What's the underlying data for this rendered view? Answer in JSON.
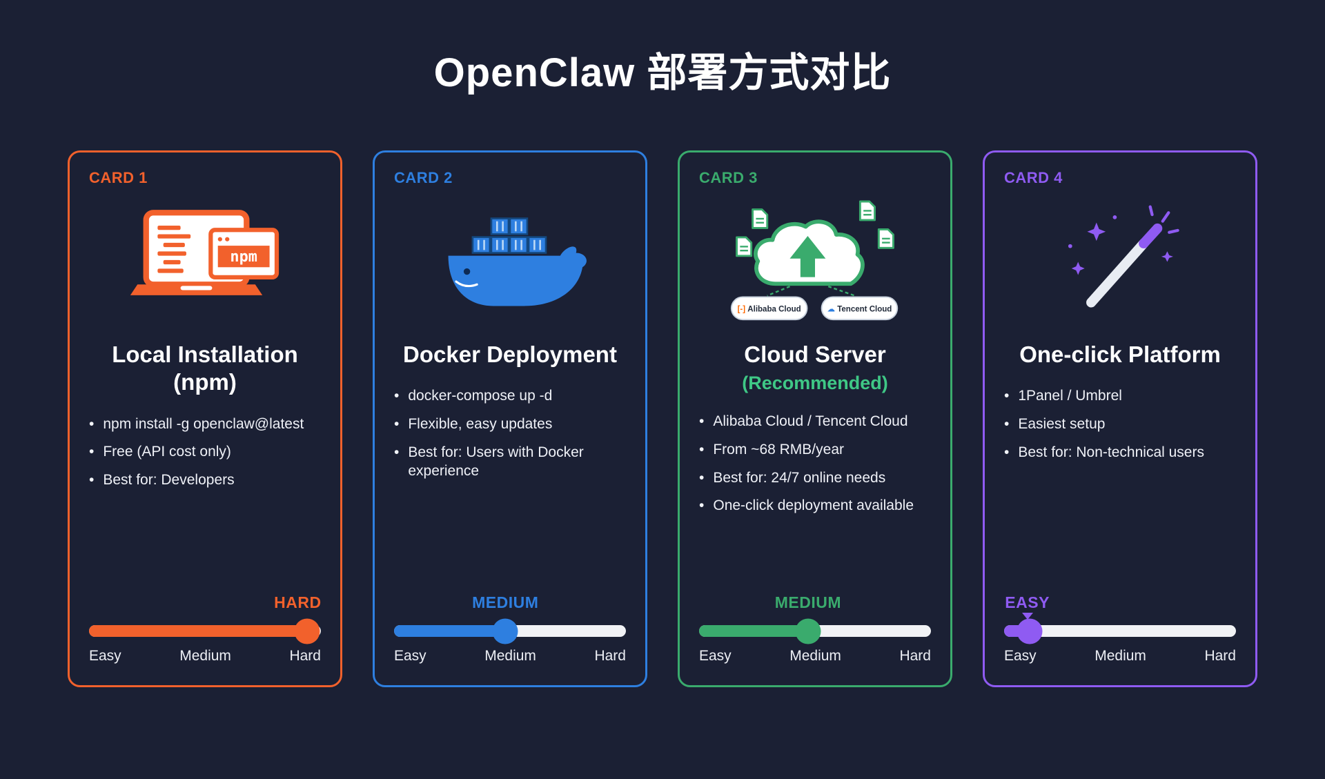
{
  "page": {
    "title": "OpenClaw 部署方式对比"
  },
  "scale_labels": [
    "Easy",
    "Medium",
    "Hard"
  ],
  "cards": [
    {
      "id": "local-npm",
      "label": "CARD 1",
      "accent": "#F2612C",
      "icon": "laptop-npm",
      "icon_text": "npm",
      "title": "Local Installation (npm)",
      "subtitle": "",
      "bullets": [
        "npm install -g openclaw@latest",
        "Free (API cost only)",
        "Best for: Developers"
      ],
      "difficulty": {
        "label": "HARD",
        "label_percent": 90,
        "fill_percent": 97,
        "knob_percent": 94,
        "pointer": false
      }
    },
    {
      "id": "docker",
      "label": "CARD 2",
      "accent": "#2E7FE0",
      "icon": "docker-whale",
      "title": "Docker Deployment",
      "subtitle": "",
      "bullets": [
        "docker-compose up -d",
        "Flexible, easy updates",
        "Best for: Users with Docker experience"
      ],
      "difficulty": {
        "label": "MEDIUM",
        "label_percent": 48,
        "fill_percent": 50,
        "knob_percent": 48,
        "pointer": false
      }
    },
    {
      "id": "cloud-server",
      "label": "CARD 3",
      "accent": "#3AAB6D",
      "subtitle_color": "#3FC886",
      "icon": "cloud-upload",
      "icon_badges": [
        "Alibaba Cloud",
        "Tencent Cloud"
      ],
      "title": "Cloud Server",
      "subtitle": "(Recommended)",
      "bullets": [
        "Alibaba Cloud / Tencent Cloud",
        "From ~68 RMB/year",
        "Best for: 24/7 online needs",
        "One-click deployment available"
      ],
      "difficulty": {
        "label": "MEDIUM",
        "label_percent": 47,
        "fill_percent": 49,
        "knob_percent": 47,
        "pointer": false
      }
    },
    {
      "id": "one-click",
      "label": "CARD 4",
      "accent": "#8F5BF2",
      "icon": "magic-wand",
      "title": "One-click Platform",
      "subtitle": "",
      "bullets": [
        "1Panel / Umbrel",
        "Easiest setup",
        "Best for: Non-technical users"
      ],
      "difficulty": {
        "label": "EASY",
        "label_percent": 10,
        "fill_percent": 14,
        "knob_percent": 11,
        "pointer": true
      }
    }
  ]
}
